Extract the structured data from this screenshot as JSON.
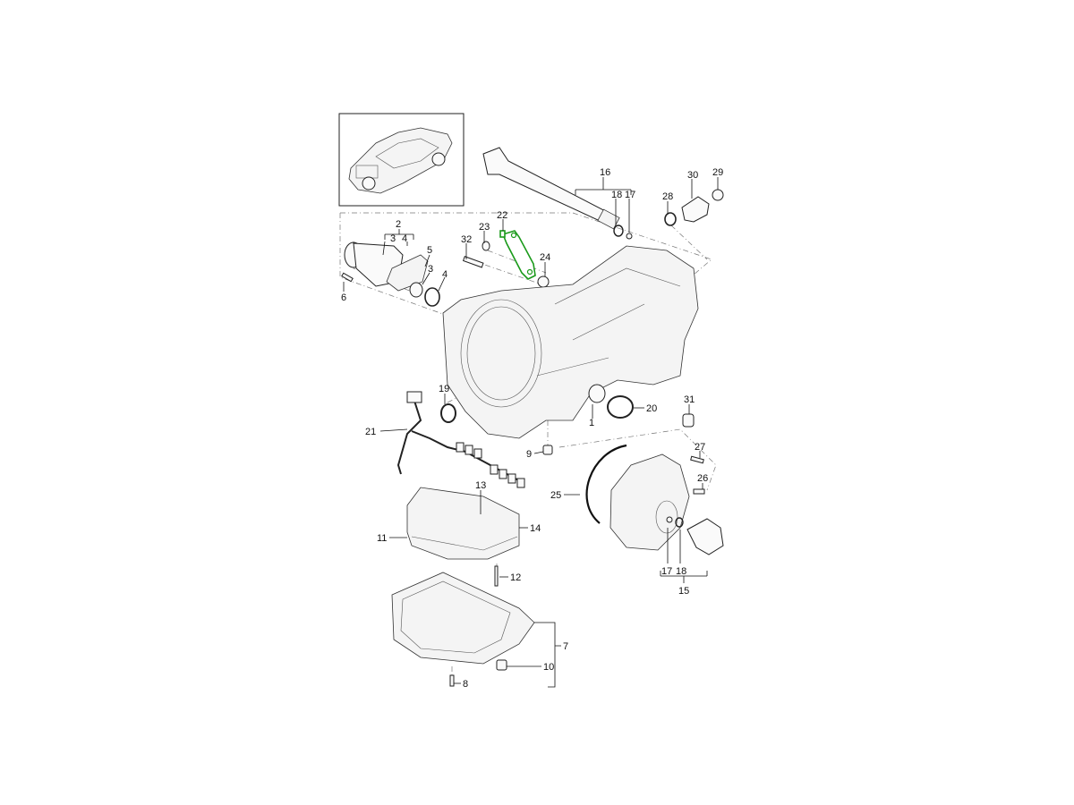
{
  "diagram": {
    "title": "Transmission housing exploded view",
    "highlight_color": "#1a9a1a",
    "highlighted_part": "22",
    "thumbnail": {
      "label": "vehicle-thumbnail"
    },
    "labels": {
      "p1": "1",
      "p2": "2",
      "p3a": "3",
      "p4a": "4",
      "p3b": "3",
      "p4b": "4",
      "p5": "5",
      "p6": "6",
      "p7": "7",
      "p8": "8",
      "p9": "9",
      "p10": "10",
      "p11": "11",
      "p12": "12",
      "p13": "13",
      "p14": "14",
      "p15": "15",
      "p16": "16",
      "p17a": "17",
      "p18a": "18",
      "p17b": "17",
      "p18b": "18",
      "p19": "19",
      "p20": "20",
      "p21": "21",
      "p22": "22",
      "p23": "23",
      "p24": "24",
      "p25": "25",
      "p26": "26",
      "p27": "27",
      "p28": "28",
      "p29": "29",
      "p30": "30",
      "p31": "31",
      "p32": "32"
    }
  }
}
